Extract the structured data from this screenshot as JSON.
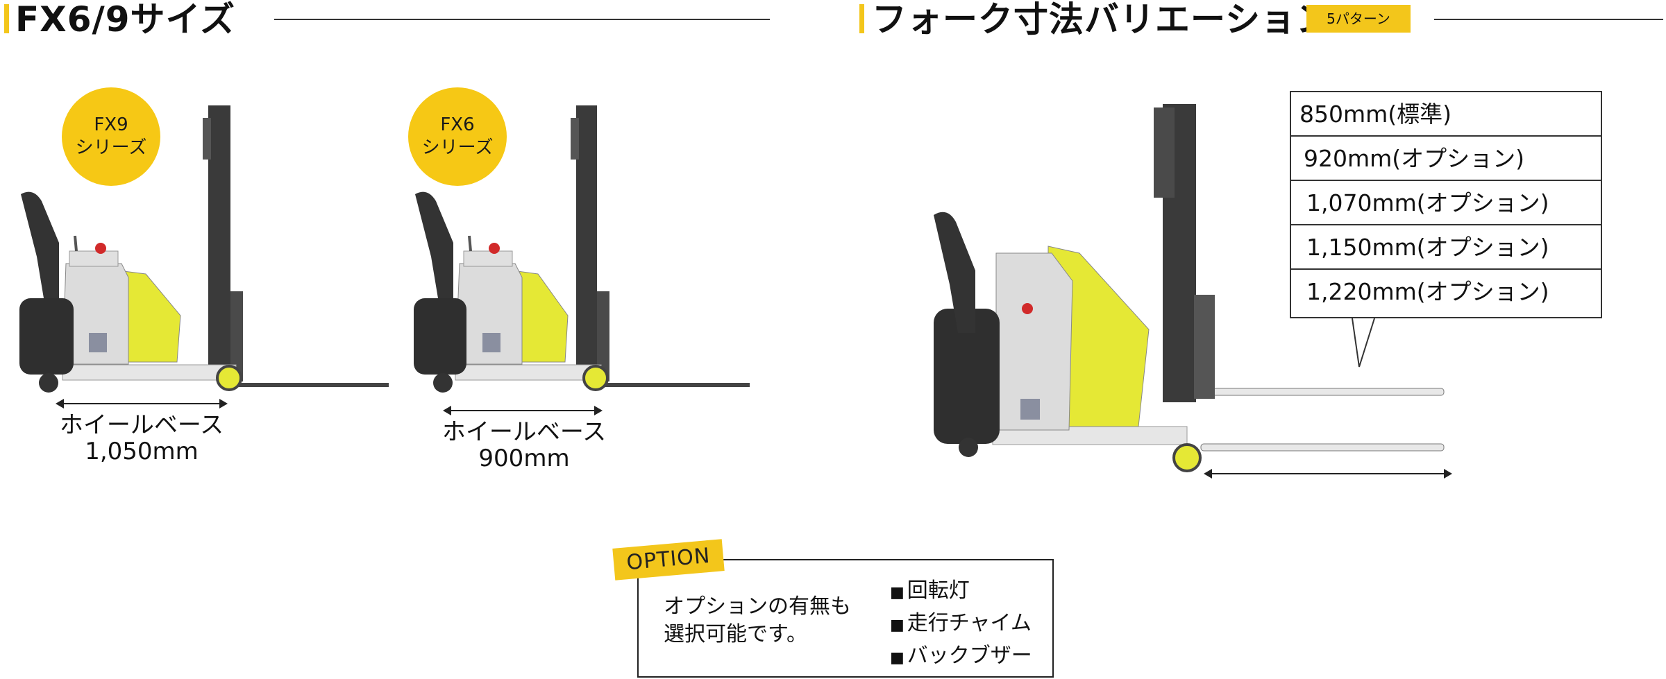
{
  "left_section": {
    "title": "FX6/9サイズ"
  },
  "right_section": {
    "title": "フォーク寸法バリエーション",
    "pattern_badge": "5パターン"
  },
  "models": [
    {
      "badge_line1": "FX9",
      "badge_line2": "シリーズ",
      "wheelbase_label": "ホイールベース",
      "wheelbase_value": "1,050mm"
    },
    {
      "badge_line1": "FX6",
      "badge_line2": "シリーズ",
      "wheelbase_label": "ホイールベース",
      "wheelbase_value": "900mm"
    }
  ],
  "fork_lengths": [
    "850mm(標準)",
    "920mm(オプション)",
    "1,070mm(オプション)",
    "1,150mm(オプション)",
    "1,220mm(オプション)"
  ],
  "option": {
    "tag": "OPTION",
    "description_line1": "オプションの有無も",
    "description_line2": "選択可能です。",
    "items": [
      "回転灯",
      "走行チャイム",
      "バックブザー"
    ]
  },
  "colors": {
    "accent_yellow": "#f3c61b",
    "body_lime": "#e5e835",
    "mast_gray": "#3a3a3a",
    "panel_silver": "#d9d9d9"
  },
  "icons": [
    "forklift-fx9-illustration",
    "forklift-fx6-illustration",
    "forklift-fork-variation-illustration"
  ]
}
